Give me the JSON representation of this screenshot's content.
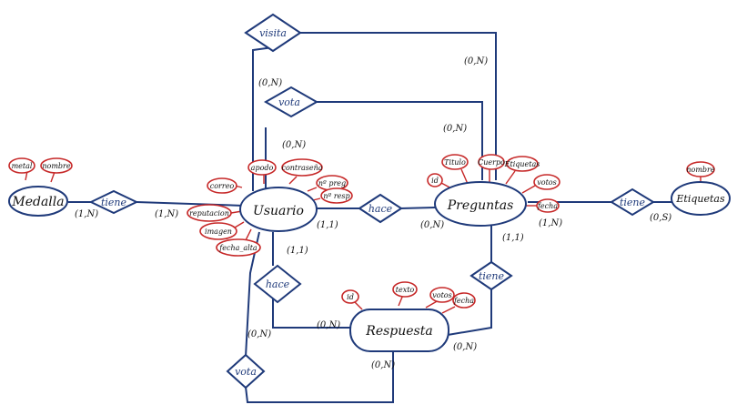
{
  "entities": {
    "medalla": "Medalla",
    "usuario": "Usuario",
    "preguntas": "Preguntas",
    "etiquetas": "Etiquetas",
    "respuesta": "Respuesta"
  },
  "relationships": {
    "tiene_medalla": "tiene",
    "visita": "visita",
    "vota_pregunta": "vota",
    "hace_pregunta": "hace",
    "hace_respuesta": "hace",
    "tiene_respuesta": "tiene",
    "tiene_etiquetas": "tiene",
    "vota_respuesta": "vota"
  },
  "attributes": {
    "medalla": [
      "metal",
      "nombre"
    ],
    "usuario": [
      "correo",
      "apodo",
      "contraseña",
      "nº preg",
      "nº resp",
      "reputacion",
      "imagen",
      "fecha_alta"
    ],
    "preguntas": [
      "id",
      "Titulo",
      "Cuerpo",
      "Etiquetas",
      "votos",
      "fecha"
    ],
    "etiquetas": [
      "nombre"
    ],
    "respuesta": [
      "id",
      "texto",
      "votos",
      "fecha"
    ]
  },
  "cardinalities": {
    "medalla_tiene": "(1,N)",
    "usuario_tiene": "(1,N)",
    "visita": "(0,N)",
    "visita_preguntas": "(0,N)",
    "vota_usuario": "(0,N)",
    "vota_preguntas": "(0,N)",
    "usuario_hace": "(1,1)",
    "preguntas_hace": "(0,N)",
    "preguntas_tiene": "(1,1)",
    "preguntas_etiquetas": "(1,N)",
    "etiquetas_tiene": "(0,S)",
    "usuario_hace_resp": "(1,1)",
    "respuesta_hace": "(0,N)",
    "respuesta_tiene": "(0,N)",
    "vota_resp_usuario": "(0,N)",
    "vota_resp_respuesta": "(0,N)"
  }
}
